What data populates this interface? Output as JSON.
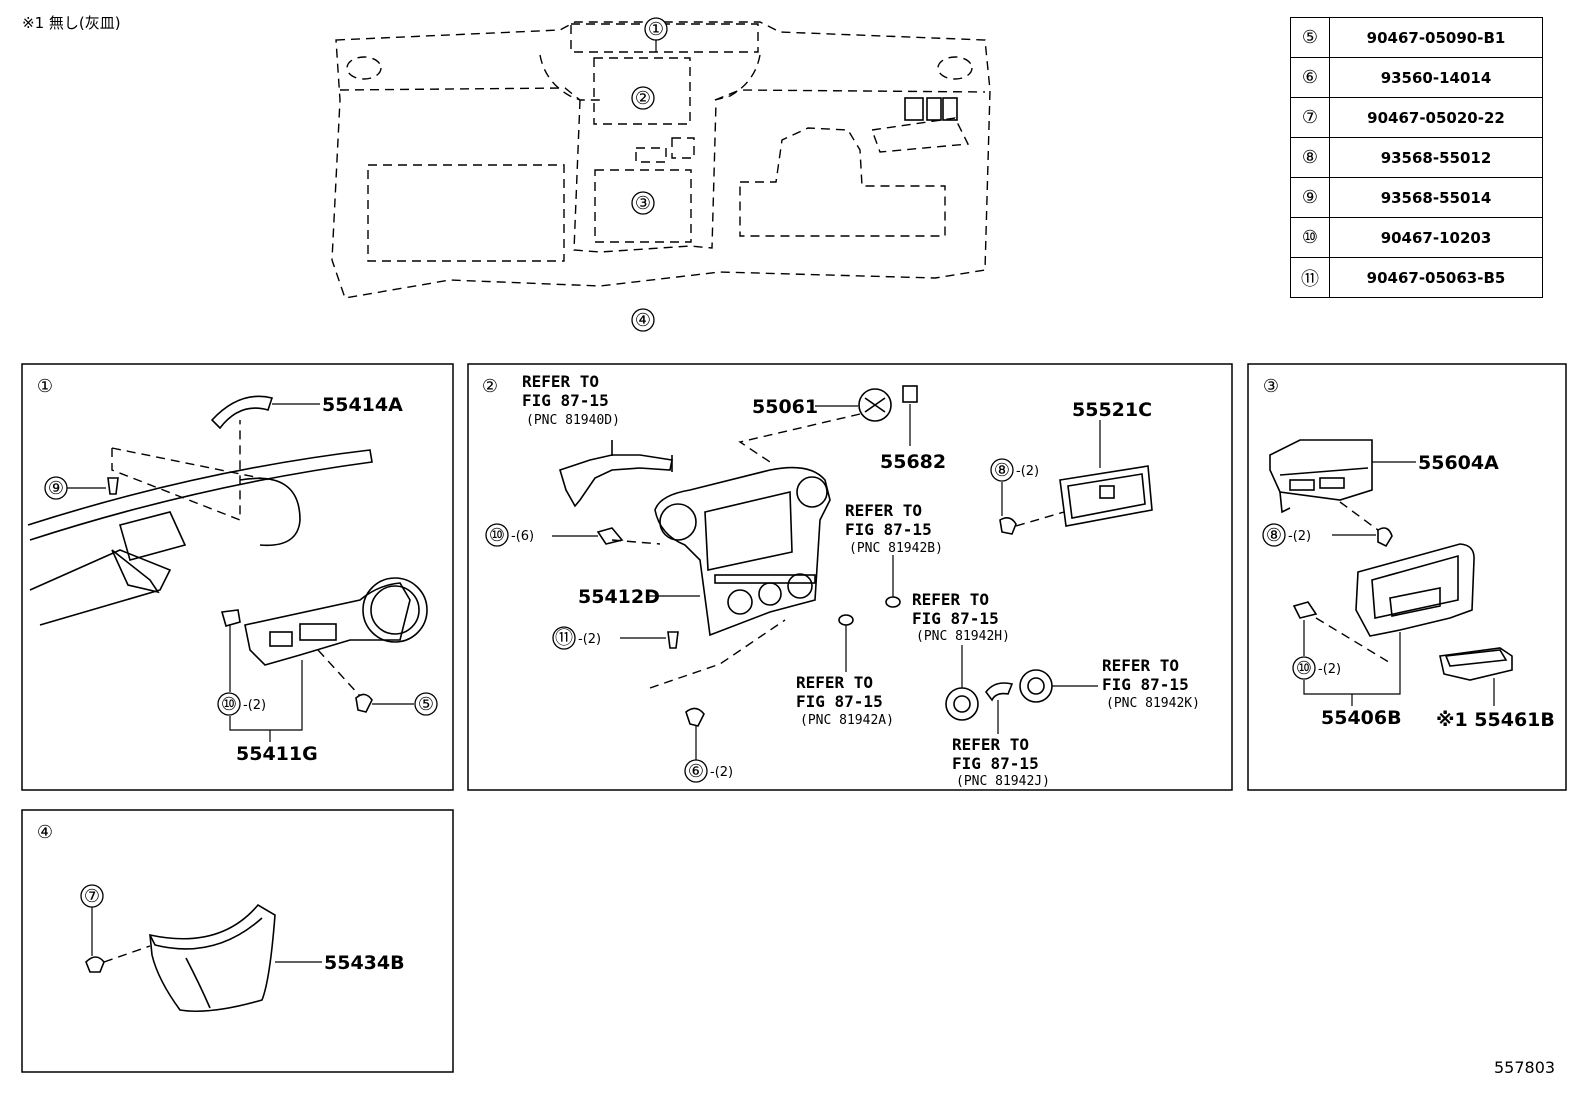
{
  "note": "※1 無し(灰皿)",
  "figure_number": "557803",
  "overview_callouts": [
    "①",
    "②",
    "③",
    "④"
  ],
  "parts_table": [
    {
      "key": "⑤",
      "part": "90467-05090-B1"
    },
    {
      "key": "⑥",
      "part": "93560-14014"
    },
    {
      "key": "⑦",
      "part": "90467-05020-22"
    },
    {
      "key": "⑧",
      "part": "93568-55012"
    },
    {
      "key": "⑨",
      "part": "93568-55014"
    },
    {
      "key": "⑩",
      "part": "90467-10203"
    },
    {
      "key": "⑪",
      "part": "90467-05063-B5"
    }
  ],
  "panel1": {
    "index": "①",
    "part_top": "55414A",
    "part_bottom": "55411G",
    "c9": "⑨",
    "c5": "⑤",
    "c10": "⑩",
    "c10_qty": "-(2)"
  },
  "panel2": {
    "index": "②",
    "ref_a": [
      "REFER TO",
      "FIG 87-15",
      "(PNC 81940D)"
    ],
    "ref_b": [
      "REFER TO",
      "FIG 87-15",
      "(PNC 81942B)"
    ],
    "ref_c": [
      "REFER TO",
      "FIG 87-15",
      "(PNC 81942H)"
    ],
    "ref_d": [
      "REFER TO",
      "FIG 87-15",
      "(PNC 81942A)"
    ],
    "ref_e": [
      "REFER TO",
      "FIG 87-15",
      "(PNC 81942K)"
    ],
    "ref_f": [
      "REFER TO",
      "FIG 87-15",
      "(PNC 81942J)"
    ],
    "part_55061": "55061",
    "part_55682": "55682",
    "part_55521c": "55521C",
    "part_55412d": "55412D",
    "c8": "⑧",
    "c8_qty": "-(2)",
    "c10": "⑩",
    "c10_qty": "-(6)",
    "c11": "⑪",
    "c11_qty": "-(2)",
    "c6": "⑥",
    "c6_qty": "-(2)"
  },
  "panel3": {
    "index": "③",
    "part_top": "55604A",
    "part_bottom_left": "55406B",
    "part_bottom_right": "※1 55461B",
    "c8": "⑧",
    "c8_qty": "-(2)",
    "c10": "⑩",
    "c10_qty": "-(2)"
  },
  "panel4": {
    "index": "④",
    "part": "55434B",
    "c7": "⑦"
  }
}
